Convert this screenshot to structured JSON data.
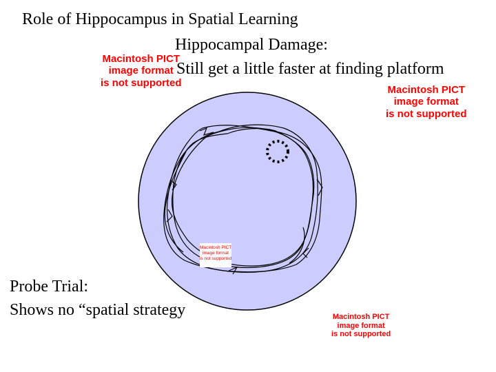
{
  "slide": {
    "title": "Role of Hippocampus in Spatial Learning",
    "subtitle_line1": "Hippocampal Damage:",
    "subtitle_line2": "Still get  a little faster at finding platform",
    "probe_line1": "Probe Trial:",
    "probe_line2": "Shows no “spatial strategy"
  },
  "placeholders": {
    "line1": "Macintosh PICT",
    "line2": "image format",
    "line3": "is not supported"
  },
  "colors": {
    "pool_fill": "#ccccff",
    "pool_stroke": "#000000",
    "placeholder_text": "#ff0000"
  }
}
